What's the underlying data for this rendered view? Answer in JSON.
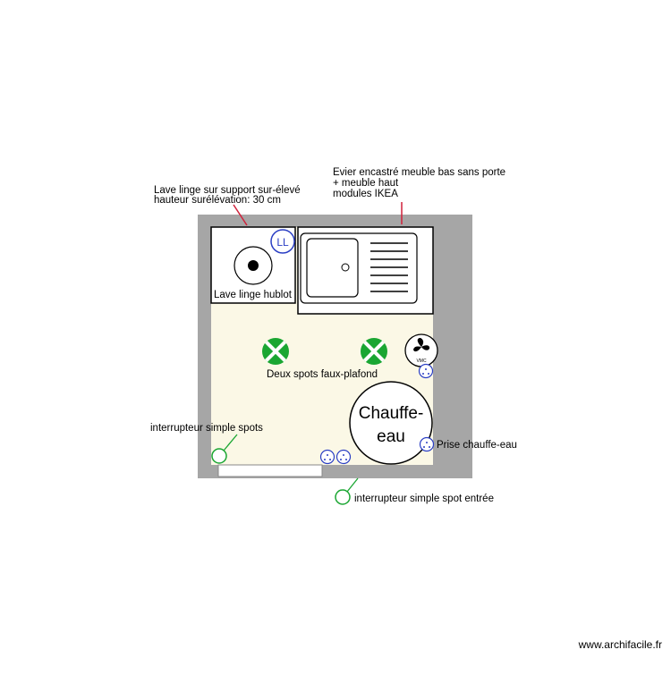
{
  "labels": {
    "washer_support_line1": "Lave linge sur support sur-élevé",
    "washer_support_line2": "hauteur surélévation: 30 cm",
    "sink_line1": "Evier encastré meuble bas sans porte",
    "sink_line2": "+ meuble haut",
    "sink_line3": "modules IKEA",
    "washer_name": "Lave linge hublot",
    "washer_outlet_symbol": "LL",
    "spots": "Deux spots faux-plafond",
    "vmc_symbol": "VMC",
    "water_heater_line1": "Chauffe-",
    "water_heater_line2": "eau",
    "water_heater_outlet": "Prise chauffe-eau",
    "switch_spots": "interrupteur simple spots",
    "switch_entry": "interrupteur simple spot entrée"
  },
  "watermark": "www.archifacile.fr",
  "colors": {
    "wall": "#a6a6a6",
    "floor": "#fbf8e6",
    "spot_green": "#1aa632",
    "outlet_blue": "#2b3fc4",
    "switch_green": "#1aa632",
    "leader_red": "#d0203a"
  }
}
